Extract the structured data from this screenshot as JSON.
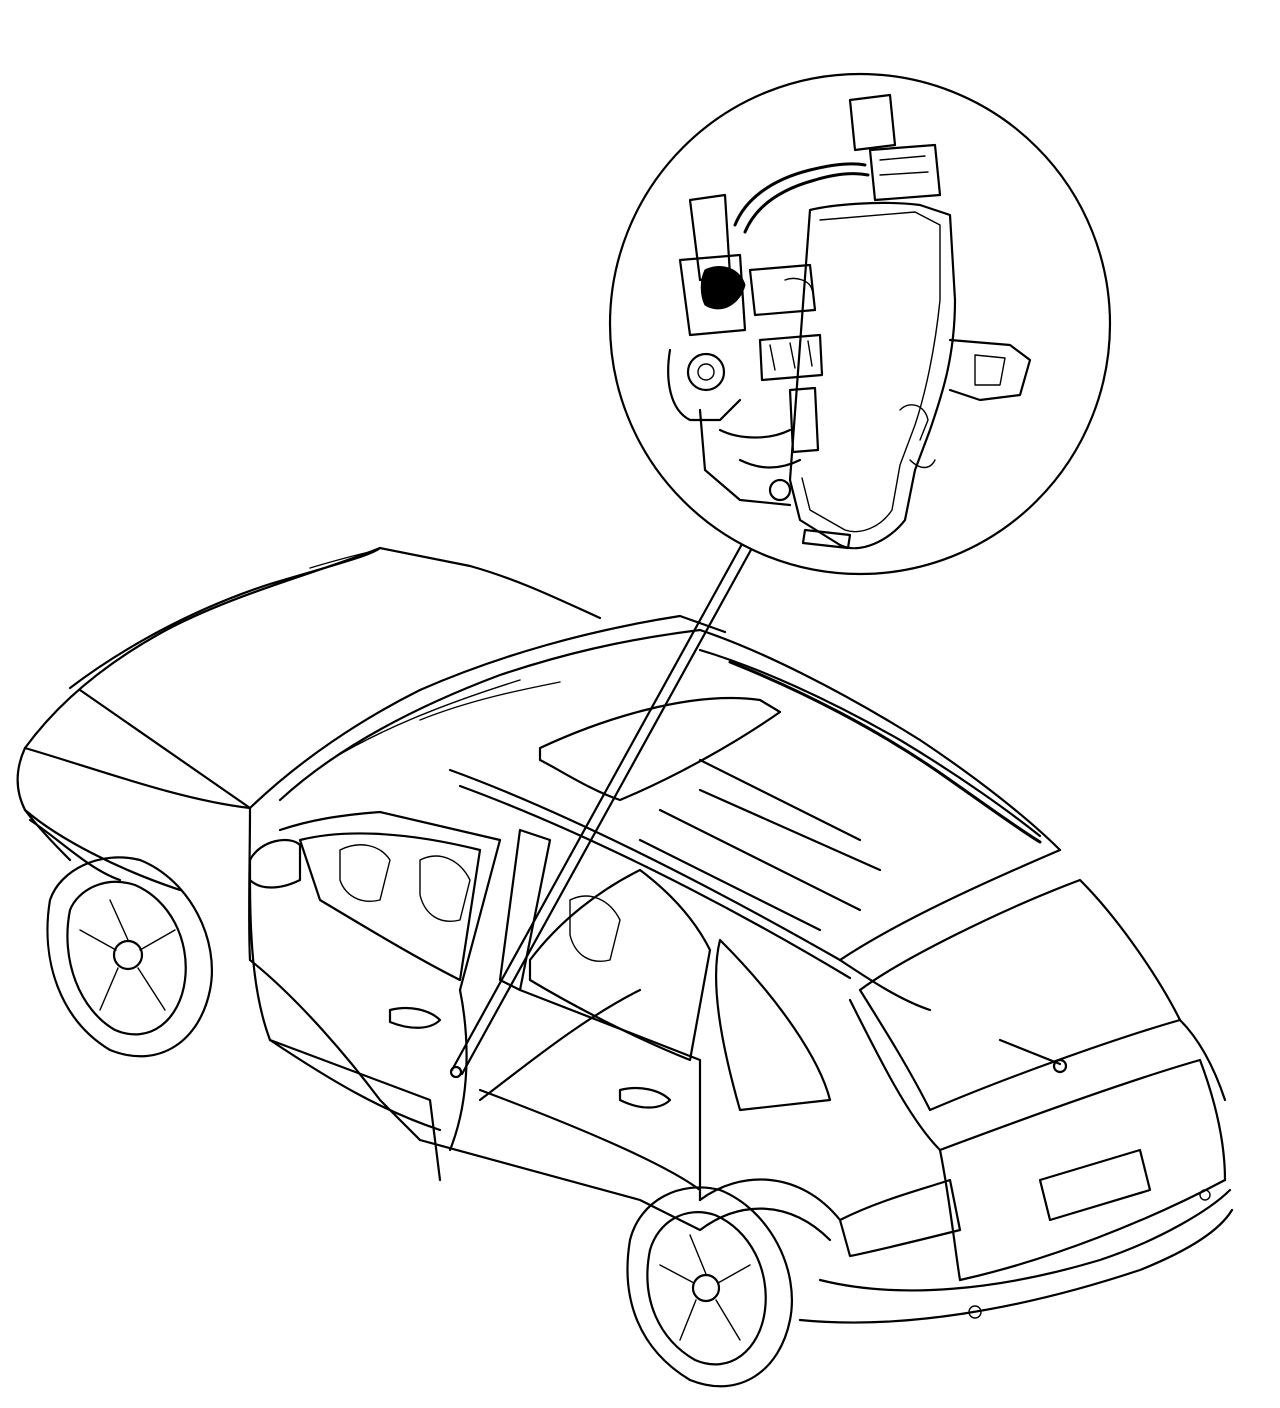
{
  "figure": {
    "background_color": "#ffffff",
    "line_color": "#000000",
    "components": [
      "vehicle-suv-rear-three-quarter-view",
      "front-left-door-open",
      "door-lock-actuator-detail-callout"
    ]
  }
}
